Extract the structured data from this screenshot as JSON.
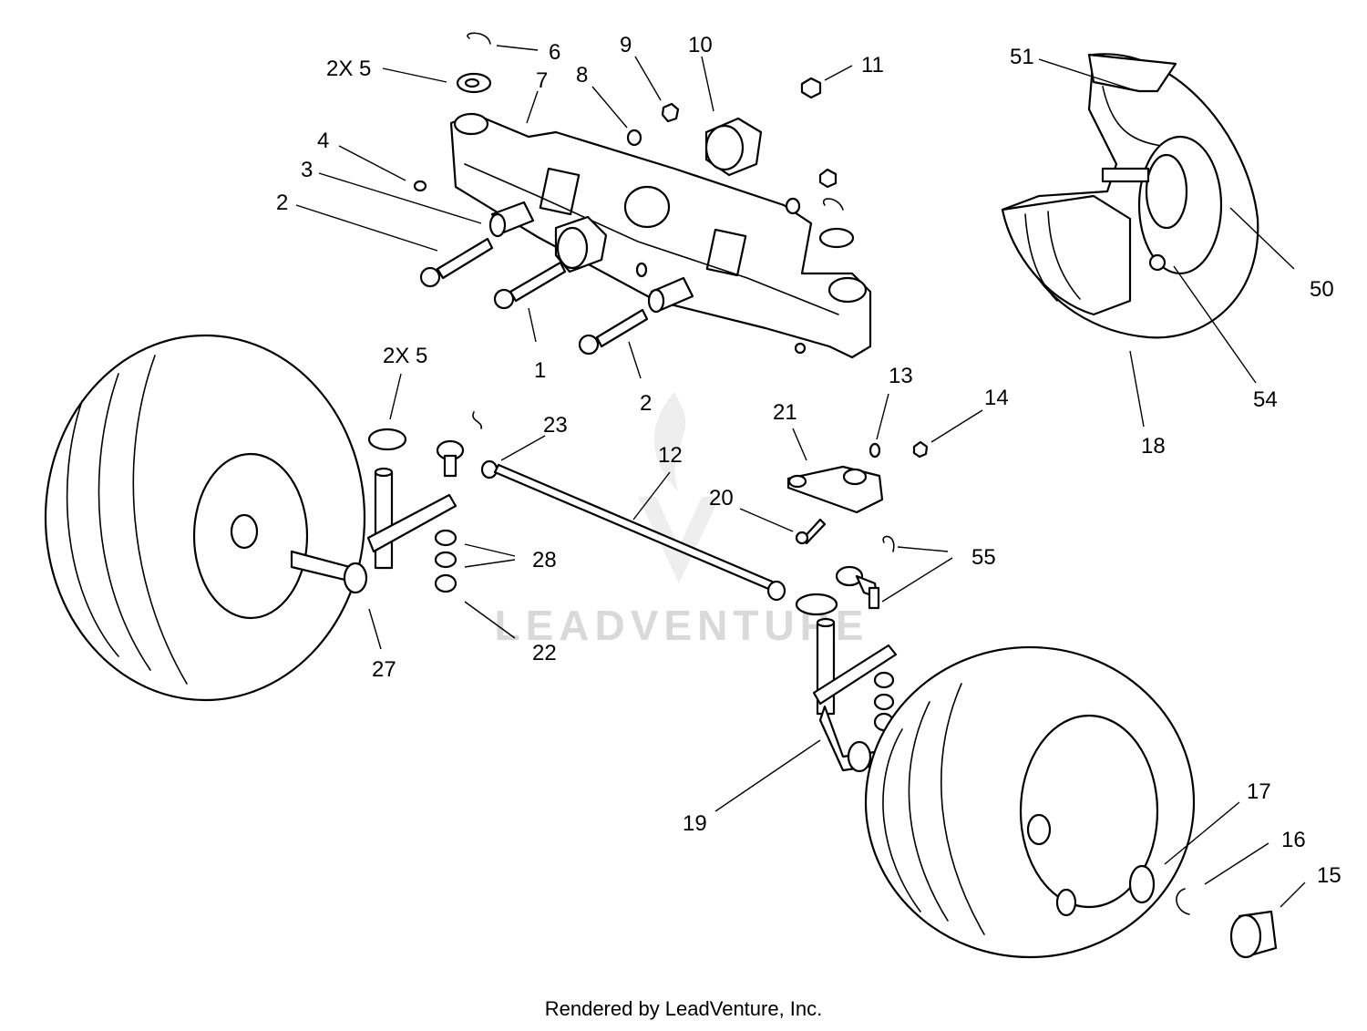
{
  "diagram": {
    "callouts": {
      "c1": "1",
      "c2a": "2",
      "c2b": "2",
      "c3": "3",
      "c4": "4",
      "c5a": "2X 5",
      "c5b": "2X 5",
      "c6": "6",
      "c7": "7",
      "c8": "8",
      "c9": "9",
      "c10": "10",
      "c11": "11",
      "c12": "12",
      "c13": "13",
      "c14": "14",
      "c15": "15",
      "c16": "16",
      "c17": "17",
      "c18": "18",
      "c19": "19",
      "c20": "20",
      "c21": "21",
      "c22": "22",
      "c23": "23",
      "c27": "27",
      "c28": "28",
      "c50": "50",
      "c51": "51",
      "c54": "54",
      "c55": "55"
    },
    "watermark": "LEADVENTURE",
    "footer": "Rendered by LeadVenture, Inc."
  }
}
